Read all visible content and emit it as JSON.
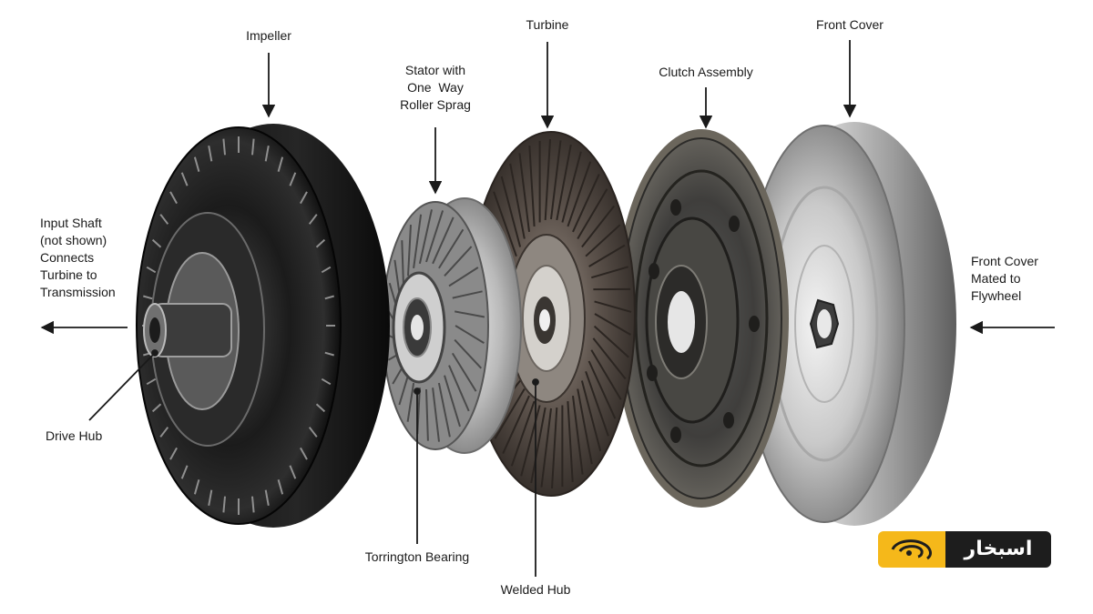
{
  "labels": {
    "impeller": "Impeller",
    "stator": [
      "Stator with",
      "One  Way",
      "Roller Sprag"
    ],
    "turbine": "Turbine",
    "clutch_assembly": "Clutch Assembly",
    "front_cover": "Front Cover",
    "input_shaft": [
      "Input Shaft",
      "(not shown)",
      "Connects",
      "Turbine to",
      "Transmission"
    ],
    "front_cover_mated": [
      "Front Cover",
      "Mated to",
      "Flywheel"
    ],
    "drive_hub": "Drive Hub",
    "torrington_bearing": "Torrington Bearing",
    "welded_hub": "Welded Hub"
  },
  "logo": {
    "brand_text": "اسبخار"
  },
  "colors": {
    "logo_yellow": "#f5b81a",
    "logo_black": "#1d1d1d",
    "text": "#1a1a1a"
  }
}
